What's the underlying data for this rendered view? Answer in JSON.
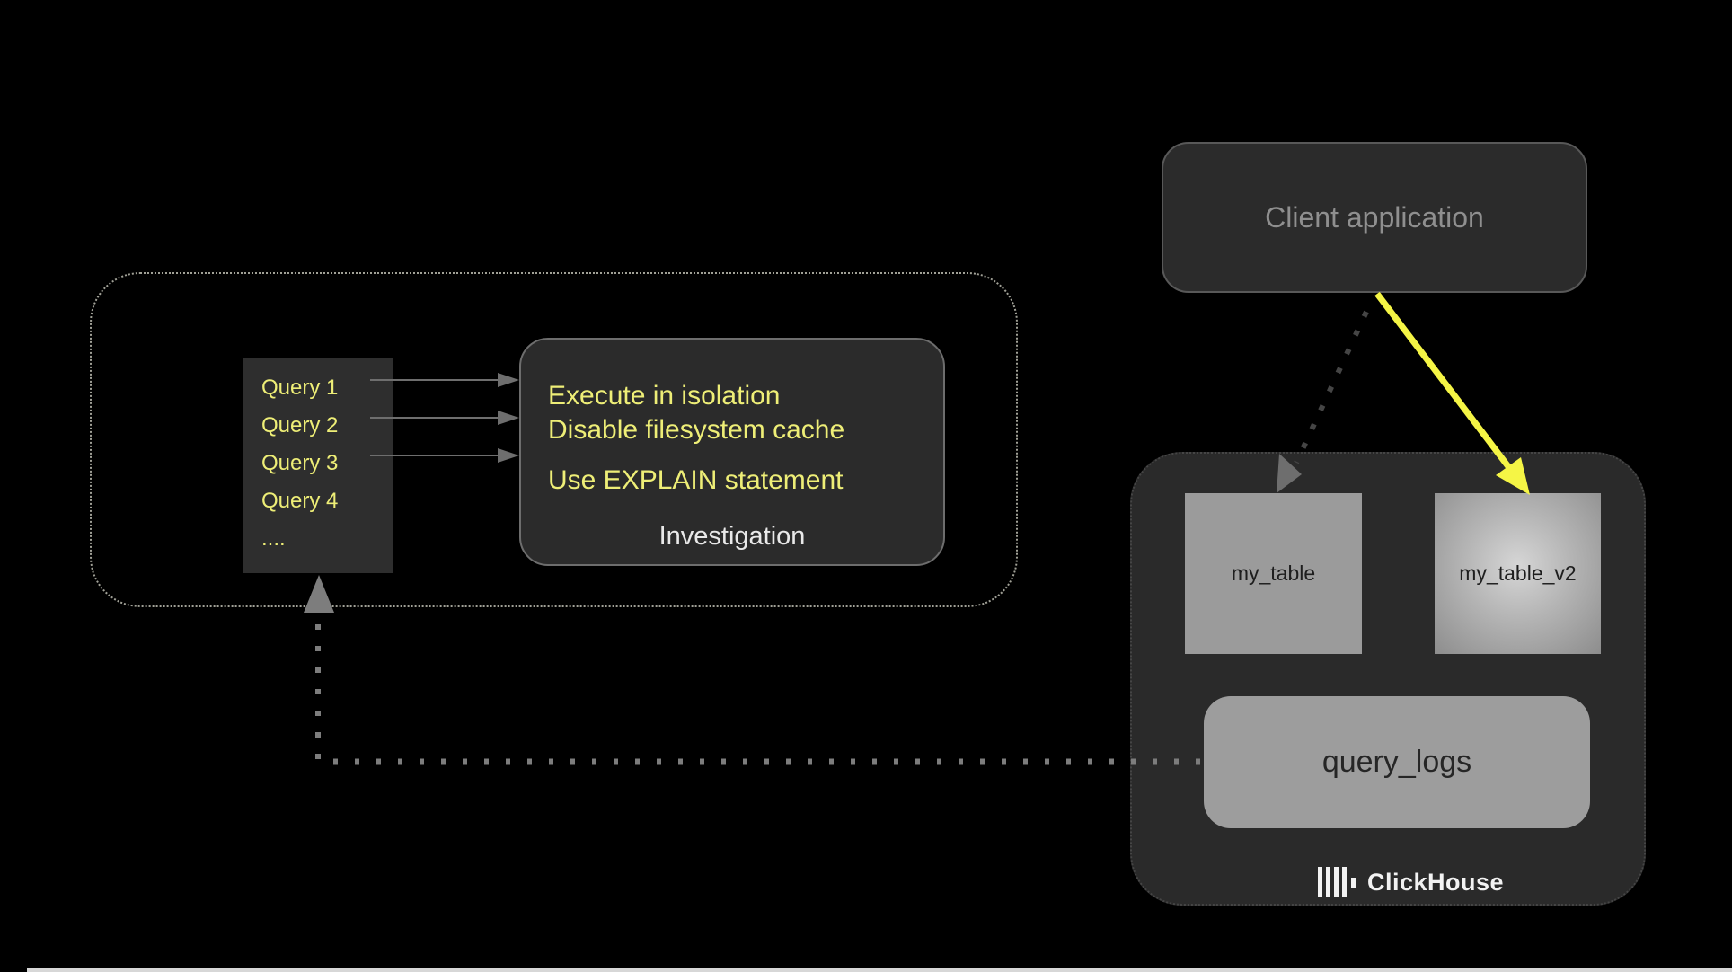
{
  "queries": {
    "items": [
      "Query 1",
      "Query 2",
      "Query 3",
      "Query 4",
      "...."
    ]
  },
  "investigation": {
    "tips": [
      "Execute in isolation",
      "Disable filesystem cache",
      "Use EXPLAIN statement"
    ],
    "label": "Investigation"
  },
  "client_application": {
    "label": "Client application"
  },
  "clickhouse": {
    "my_table": "my_table",
    "my_table_v2": "my_table_v2",
    "query_logs": "query_logs",
    "brand": "ClickHouse"
  },
  "colors": {
    "background": "#000000",
    "panel_dark": "#2b2b2b",
    "highlight_text_yellow": "#eeee77",
    "arrow_yellow": "#f5f545",
    "table_fill_gray": "#9b9b9b",
    "muted_text_gray": "#8f8f8f",
    "label_text_light": "#e9e9e9",
    "connector_gray": "#7d7d7d"
  }
}
